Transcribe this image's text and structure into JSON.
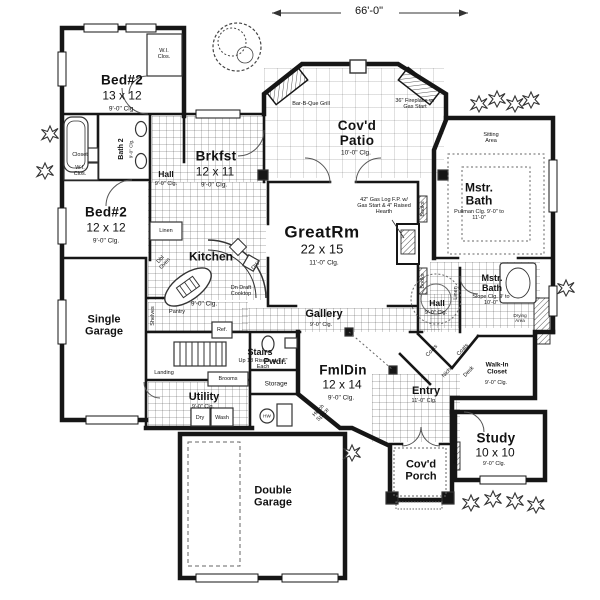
{
  "dimension": "66'-0\"",
  "rooms": {
    "bed2_top": {
      "label": "Bed#2",
      "dims": "13 x 12",
      "clg": "9'-0\" Clg."
    },
    "bed2_left": {
      "label": "Bed#2",
      "dims": "12 x 12",
      "clg": "9'-0\" Clg."
    },
    "bath2": {
      "label": "Bath 2",
      "clg": "9'-0\" Clg."
    },
    "hall_left": {
      "label": "Hall",
      "clg": "9'-0\" Clg."
    },
    "brkfst": {
      "label": "Brkfst",
      "dims": "12 x 11",
      "clg": "9'-0\" Clg."
    },
    "kitchen": {
      "label": "Kitchen",
      "clg": "9'-0\" Clg."
    },
    "greatrm": {
      "label": "GreatRm",
      "dims": "22 x 15",
      "clg": "11'-0\" Clg."
    },
    "covd_patio": {
      "label": "Cov'd Patio",
      "clg": "10'-0\" Clg."
    },
    "mstr_suite": {
      "label": "Mstr. Bath",
      "clg": "Pullman Clg. 9'-0\" to 11'-0\""
    },
    "mstr_bath": {
      "label": "Mstr. Bath",
      "clg": "Slope Clg. 9' to 10'-0\""
    },
    "hall_right": {
      "label": "Hall",
      "clg": "9'-0\" Clg."
    },
    "gallery": {
      "label": "Gallery",
      "clg": "9'-0\" Clg."
    },
    "fmldin": {
      "label": "FmlDin",
      "dims": "12 x 14",
      "clg": "9'-0\" Clg."
    },
    "entry": {
      "label": "Entry",
      "clg": "11'-0\" Clg."
    },
    "walkin": {
      "label": "Walk-In Closet",
      "clg": "9'-0\" Clg."
    },
    "study": {
      "label": "Study",
      "dims": "10 x 10",
      "clg": "9'-0\" Clg."
    },
    "covd_porch": {
      "label": "Cov'd Porch"
    },
    "single_garage": {
      "label": "Single Garage"
    },
    "double_garage": {
      "label": "Double Garage"
    },
    "utility": {
      "label": "Utility",
      "clg": "9'-0\" Clg."
    },
    "pwdr": {
      "label": "Pwdr."
    },
    "storage": {
      "label": "Storage"
    },
    "stairs": {
      "label": "Stairs",
      "note": "Up 18 Risers at 7.5\" Each"
    }
  },
  "notes": {
    "barbque": "Bar-B-Que Grill",
    "fireplace36": "36\" Fireplace w/ Gas Start",
    "gaslog": "42\" Gas Log F.P. w/ Gas Start & 4\" Raised Hearth",
    "sitting": "Sitting Area",
    "cooktop": "Dn Draft Cooktop",
    "dw": "DW",
    "ref": "Ref.",
    "pantry": "Pantry",
    "shelves": "Shelves",
    "landing": "Landing",
    "brooms": "Brooms",
    "dry": "Dry",
    "wash": "Wash",
    "linen": "Linen",
    "wi_clos": "W.I. Clos.",
    "closet": "Closet",
    "books": "Books",
    "coats": "Coats",
    "desk": "Desk",
    "niche": "Niche",
    "hutch": "Hutch Space",
    "hw": "HW",
    "dbl_oven": "Dbl Oven",
    "drying": "Drying Area"
  }
}
